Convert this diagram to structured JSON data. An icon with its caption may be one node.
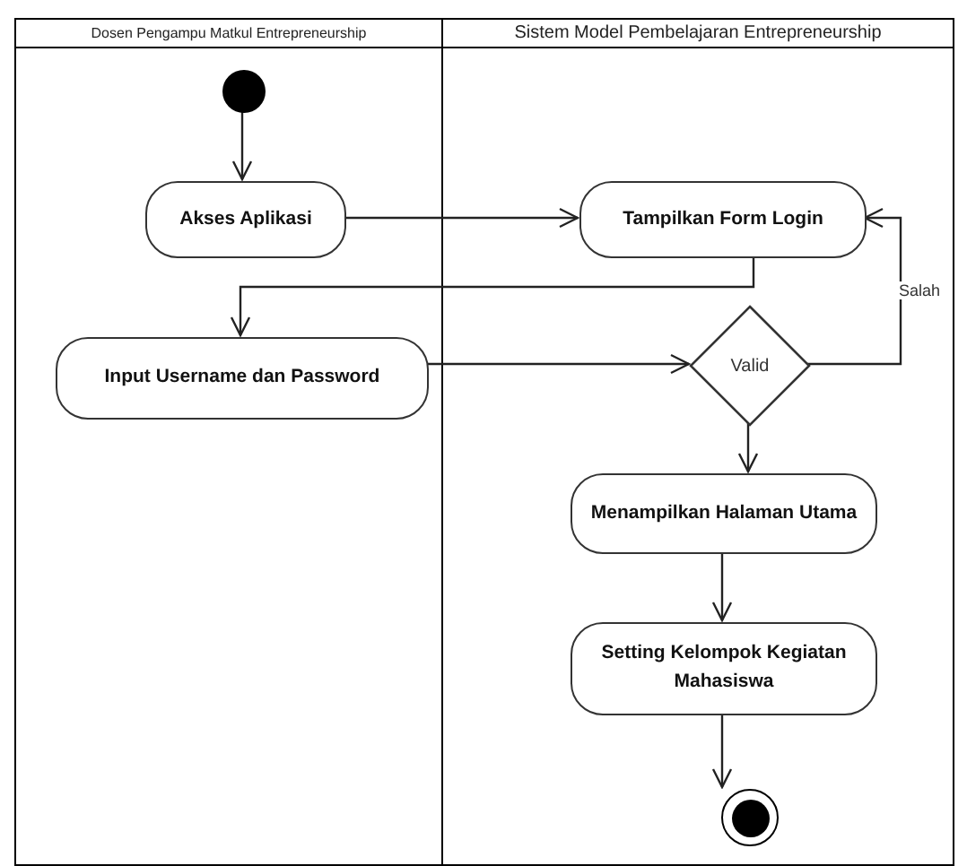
{
  "diagram": {
    "nodes": [
      {
        "text": [
          "Dosen Pengampu Matkul Entrepreneurship"
        ]
      },
      {
        "text": [
          "Sistem Model Pembelajaran Entrepreneurship"
        ]
      },
      {
        "text": [],
        "shape": "circle",
        "in": 0
      },
      {
        "text": [
          "Akses Aplikasi"
        ],
        "in": 0
      },
      {
        "text": [
          "Input Username dan Password"
        ],
        "in": 0
      },
      {
        "text": [
          "Tampilkan Form Login"
        ],
        "in": 1
      },
      {
        "text": [
          "Valid"
        ],
        "in": 1
      },
      {
        "text": [
          "Menampilkan Halaman Utama"
        ],
        "in": 1
      },
      {
        "text": [
          "Setting Kelompok Kegiatan Mahasiswa"
        ],
        "in": 1
      },
      {
        "text": [],
        "shape": "circle",
        "in": 1
      }
    ],
    "edges": [
      {
        "from": 2,
        "to": 3,
        "arrow": "to"
      },
      {
        "from": 3,
        "to": 5,
        "arrow": "to"
      },
      {
        "from": 5,
        "to": 4,
        "arrow": "to"
      },
      {
        "from": 4,
        "to": 6,
        "arrow": "to"
      },
      {
        "from": 6,
        "to": 5,
        "arrow": "to",
        "label": "Salah"
      },
      {
        "from": 6,
        "to": 7,
        "arrow": "to"
      },
      {
        "from": 7,
        "to": 8,
        "arrow": "to"
      },
      {
        "from": 8,
        "to": 9,
        "arrow": "to"
      }
    ]
  }
}
